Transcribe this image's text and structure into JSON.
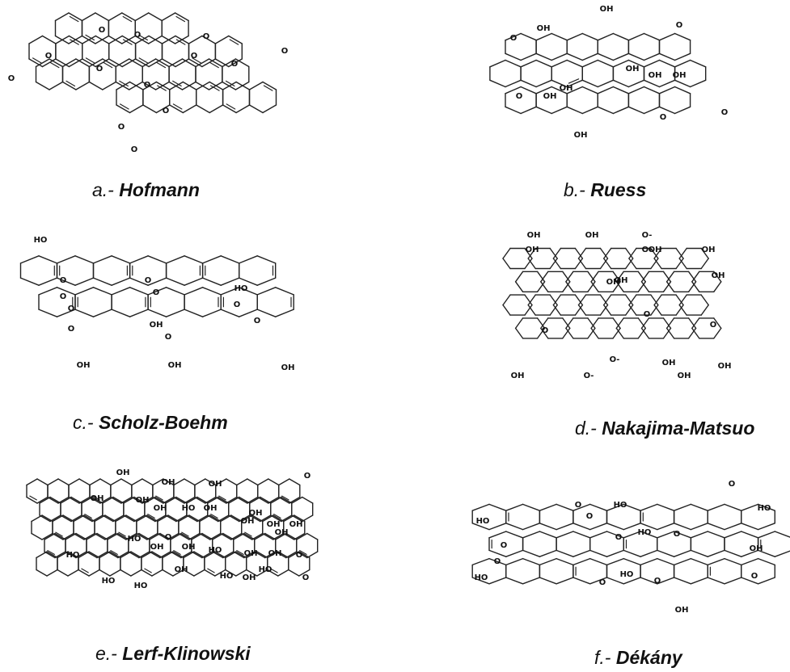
{
  "panels": [
    {
      "id": "a",
      "prefix": "a.-",
      "name": "Hofmann",
      "groups": [
        "O",
        "O",
        "O",
        "O",
        "O",
        "O",
        "O",
        "O",
        "O",
        "O",
        "O",
        "O",
        "O"
      ]
    },
    {
      "id": "b",
      "prefix": "b.-",
      "name": "Ruess",
      "groups": [
        "OH",
        "OH",
        "O",
        "OH",
        "OH",
        "OH",
        "O",
        "OH",
        "OH",
        "O",
        "O",
        "O",
        "OH"
      ]
    },
    {
      "id": "c",
      "prefix": "c.-",
      "name": "Scholz-Boehm",
      "groups": [
        "HO",
        "O",
        "O",
        "O",
        "O",
        "O",
        "O",
        "HO",
        "O",
        "OH",
        "O",
        "O",
        "OH",
        "OH",
        "OH"
      ]
    },
    {
      "id": "d",
      "prefix": "d.-",
      "name": "Nakajima-Matsuo",
      "groups": [
        "OH",
        "OH",
        "O-",
        "OH",
        "OH",
        "O-",
        "OH",
        "OH",
        "OH",
        "OH",
        "O",
        "O",
        "O",
        "O-",
        "O-",
        "OH",
        "OH",
        "OH",
        "OH"
      ]
    },
    {
      "id": "e",
      "prefix": "e.-",
      "name": "Lerf-Klinowski",
      "groups": [
        "OH",
        "OH",
        "OH",
        "OH",
        "OH",
        "OH",
        "HO",
        "OH",
        "OH",
        "OH",
        "OH",
        "OH",
        "OH",
        "HO",
        "OH",
        "OH",
        "HO",
        "OH",
        "OH",
        "HO",
        "HO",
        "HO",
        "HO",
        "OH",
        "HO",
        "OH",
        "O",
        "O",
        "O",
        "O"
      ]
    },
    {
      "id": "f",
      "prefix": "f.-",
      "name": "Dékány",
      "groups": [
        "HO",
        "O",
        "O",
        "HO",
        "O",
        "HO",
        "O",
        "O",
        "HO",
        "O",
        "O",
        "HO",
        "OH",
        "HO",
        "O",
        "O",
        "OH",
        "O"
      ]
    }
  ]
}
